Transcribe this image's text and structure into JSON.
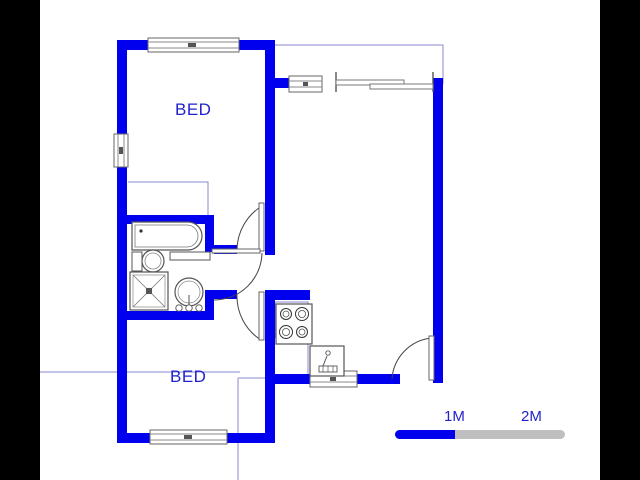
{
  "document": {
    "type": "floor-plan",
    "background_color": "#000000",
    "page_color": "#ffffff",
    "wall_color": "#0000ee",
    "label_color": "#2222cc",
    "fixture_line_color": "#555555",
    "thin_line_color": "#8a8ad0"
  },
  "rooms": [
    {
      "id": "bed-top",
      "label": "BED"
    },
    {
      "id": "bed-bottom",
      "label": "BED"
    }
  ],
  "fixtures": [
    {
      "id": "bathtub",
      "name": "bathtub"
    },
    {
      "id": "toilet",
      "name": "toilet"
    },
    {
      "id": "shower",
      "name": "shower"
    },
    {
      "id": "wash-basin",
      "name": "wash-basin"
    },
    {
      "id": "stove",
      "name": "stove-4-burner"
    },
    {
      "id": "kitchen-sink",
      "name": "kitchen-sink"
    }
  ],
  "openings": {
    "windows": [
      {
        "id": "window-top",
        "name": "window-top-wall"
      },
      {
        "id": "window-left",
        "name": "window-left-wall"
      },
      {
        "id": "window-bottom",
        "name": "window-bottom-wall"
      },
      {
        "id": "window-upper-right",
        "name": "window-upper-right"
      },
      {
        "id": "window-kitchen",
        "name": "window-kitchen"
      }
    ],
    "doors": [
      {
        "id": "door-bed-top",
        "name": "door-bedroom-top"
      },
      {
        "id": "door-bath",
        "name": "door-bathroom"
      },
      {
        "id": "door-bed-bottom",
        "name": "door-bedroom-bottom"
      },
      {
        "id": "door-entry",
        "name": "door-entry-right"
      }
    ]
  },
  "scale": {
    "labels": [
      {
        "id": "1m",
        "text": "1M"
      },
      {
        "id": "2m",
        "text": "2M"
      }
    ],
    "fill_color": "#0000ee",
    "track_color": "#bfbfbf"
  }
}
